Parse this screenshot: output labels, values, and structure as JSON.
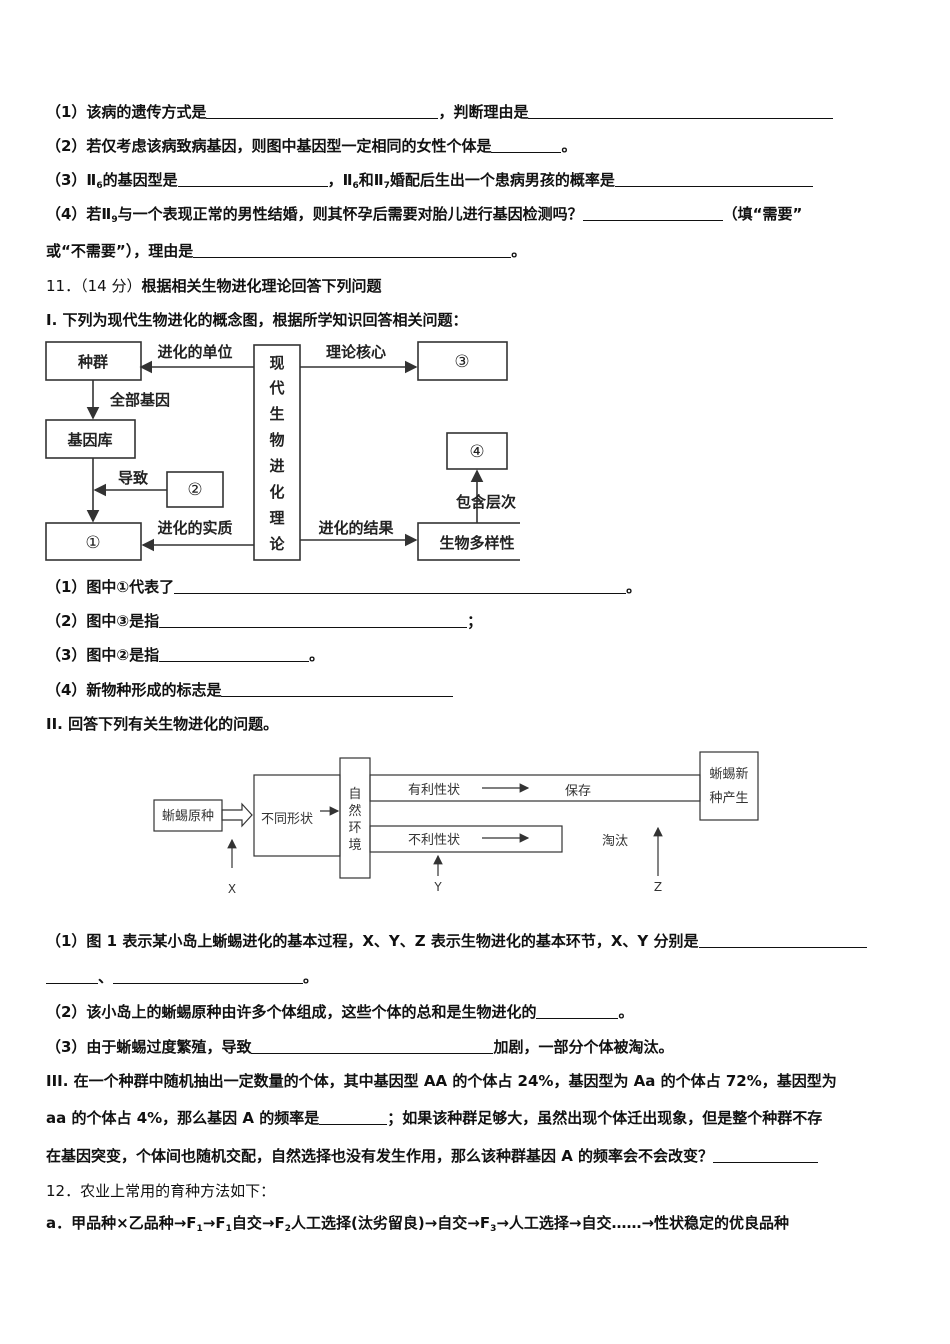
{
  "q10": {
    "l1a": "（1）该病的遗传方式是",
    "l1b": "，判断理由是",
    "l2": "（2）若仅考虑该病致病基因，则图中基因型一定相同的女性个体是",
    "l2end": "。",
    "l3a": "（3）Ⅱ",
    "l3sub1": "6",
    "l3b": "的基因型是",
    "l3c": "，Ⅱ",
    "l3sub2": "6",
    "l3d": "和Ⅱ",
    "l3sub3": "7",
    "l3e": "婚配后生出一个患病男孩的概率是",
    "l4a": "（4）若Ⅱ",
    "l4sub": "9",
    "l4b": "与一个表现正常的男性结婚，则其怀孕后需要对胎儿进行基因检测吗？",
    "l4c": "（填“需要”",
    "l5a": "或“不需要”），理由是",
    "l5end": "。"
  },
  "q11": {
    "title_num": "11．（14 分）",
    "title_text": "根据相关生物进化理论回答下列问题",
    "part1": "I. 下列为现代生物进化的概念图，根据所学知识回答相关问题：",
    "diagram1": {
      "zhongqun": "种群",
      "jiyinku": "基因库",
      "c1": "①",
      "c2": "②",
      "c3": "③",
      "c4": "④",
      "center": [
        "现",
        "代",
        "生",
        "物",
        "进",
        "化",
        "理",
        "论"
      ],
      "shengwu": "生物多样性",
      "danwei": "进化的单位",
      "hexin": "理论核心",
      "quanbu": "全部基因",
      "daozhi": "导致",
      "shizhi": "进化的实质",
      "jieguo": "进化的结果",
      "cengci": "包含层次"
    },
    "q1": "（1）图中①代表了",
    "q1end": "。",
    "q2": "（2）图中③是指",
    "q2end": "；",
    "q3": "（3）图中②是指",
    "q3end": "。",
    "q4": "（4）新物种形成的标志是",
    "part2": "II. 回答下列有关生物进化的问题。",
    "diagram2": {
      "yuanzhong": "蜥蜴原种",
      "butong": "不同形状",
      "ziran": [
        "自",
        "然",
        "环",
        "境"
      ],
      "youli": "有利性状",
      "baocun": "保存",
      "buli": "不利性状",
      "taotai": "淘汰",
      "xinzhong": [
        "蜥蜴新",
        "种产生"
      ],
      "x": "X",
      "y": "Y",
      "z": "Z"
    },
    "p2q1": "（1）图 1 表示某小岛上蜥蜴进化的基本过程，X、Y、Z 表示生物进化的基本环节，X、Y 分别是",
    "p2q1b_sep": "、",
    "p2q1b_end": "。",
    "p2q2": "（2）该小岛上的蜥蜴原种由许多个体组成，这些个体的总和是生物进化的",
    "p2q2end": "。",
    "p2q3": "（3）由于蜥蜴过度繁殖，导致",
    "p2q3end": "加剧，一部分个体被淘汰。",
    "part3a": "III. 在一个种群中随机抽出一定数量的个体，其中基因型 AA 的个体占 24%，基因型为 Aa 的个体占 72%，基因型为",
    "part3b": "aa 的个体占 4%，那么基因 A 的频率是",
    "part3b2": "；如果该种群足够大，虽然出现个体迁出现象，但是整个种群不存",
    "part3c": "在基因突变，个体间也随机交配，自然选择也没有发生作用，那么该种群基因 A 的频率会不会改变？"
  },
  "q12": {
    "title": "12．农业上常用的育种方法如下：",
    "a_prefix": "a．甲品种×乙品种→F",
    "a_s1": "1",
    "a_t1": "→F",
    "a_s2": "1",
    "a_t2": "自交→F",
    "a_s3": "2",
    "a_t3": "人工选择(汰劣留良)→自交→F",
    "a_s4": "3",
    "a_t4": "→人工选择→自交……→性状稳定的优良品种"
  }
}
